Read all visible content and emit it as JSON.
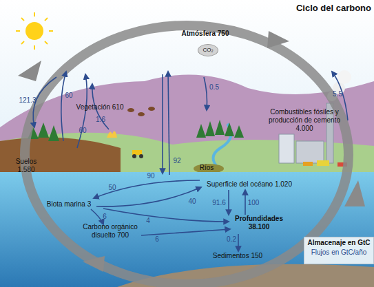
{
  "diagram": {
    "title": "Ciclo del carbono",
    "nodes": [
      {
        "text": [
          "CO₂"
        ]
      },
      {
        "text": [
          "Almacenaje en GtC",
          "Flujos en GtC/año"
        ]
      }
    ],
    "labels": [
      "Atmósfera 750",
      "121.3",
      "60",
      "60",
      "1.6",
      "Vegetación 610",
      "Suelos 1.580",
      "0.5",
      "5.5",
      "Combustibles fósiles y producción de cemento 4.000",
      "92",
      "90",
      "Ríos",
      "Superficie del océano 1.020",
      "50",
      "40",
      "Biota marina 3",
      "91.6",
      "100",
      "6",
      "4",
      "Carbono orgánico disuelto 700",
      "6",
      "Profundidades 38.100",
      "0.2",
      "Sedimentos 150"
    ]
  }
}
